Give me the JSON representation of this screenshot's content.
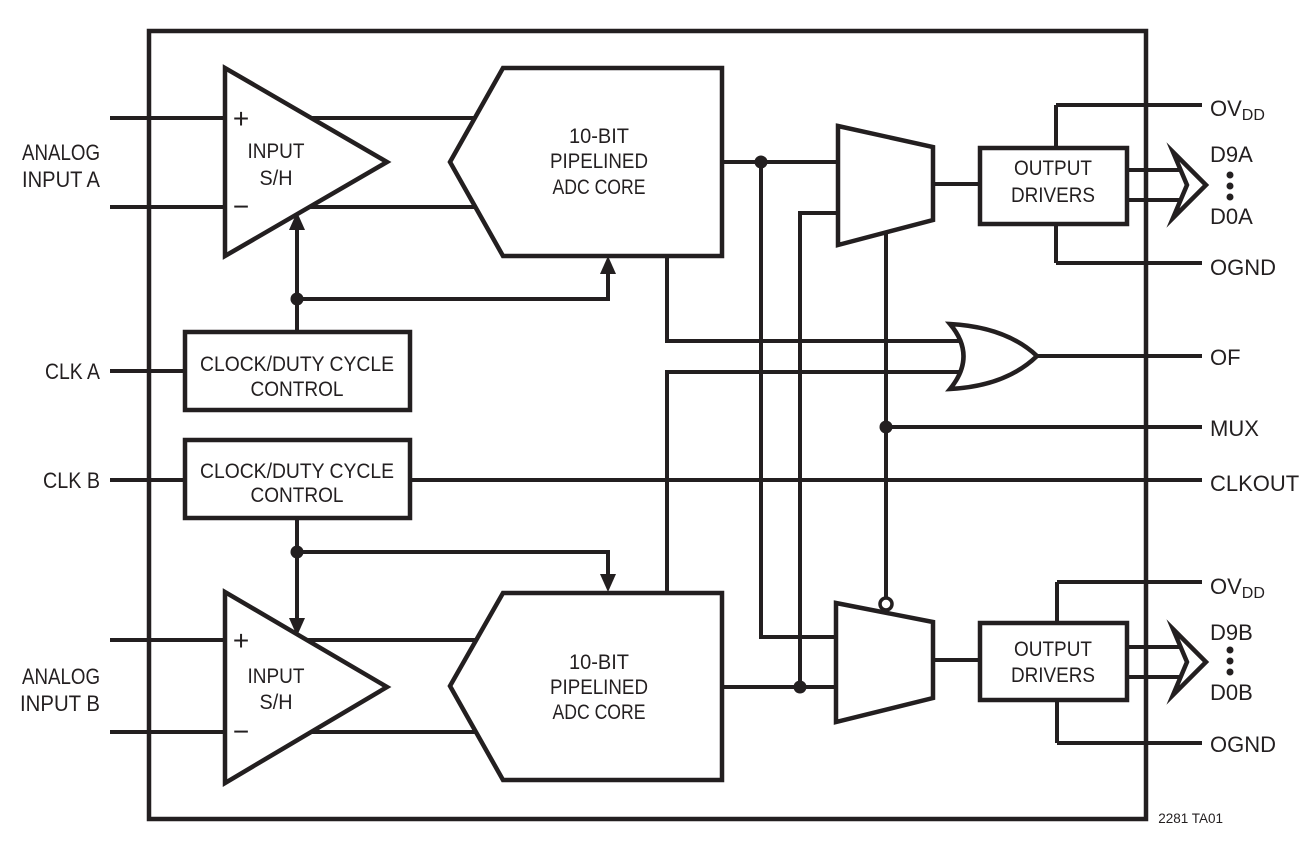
{
  "colors": {
    "ink": "#231f20",
    "bg": "#ffffff"
  },
  "annotation": "2281 TA01",
  "left_pins": {
    "analog_a_line1": "ANALOG",
    "analog_a_line2": "INPUT A",
    "clk_a": "CLK A",
    "clk_b": "CLK B",
    "analog_b_line1": "ANALOG",
    "analog_b_line2": "INPUT B"
  },
  "right_pins": {
    "ovdd_a": {
      "main": "OV",
      "sub": "DD"
    },
    "d9a": "D9A",
    "d0a": "D0A",
    "ognd_a": "OGND",
    "of": "OF",
    "mux": "MUX",
    "clkout": "CLKOUT",
    "ovdd_b": {
      "main": "OV",
      "sub": "DD"
    },
    "d9b": "D9B",
    "d0b": "D0B",
    "ognd_b": "OGND"
  },
  "blocks": {
    "sh_a": {
      "plus": "+",
      "minus": "−",
      "line1": "INPUT",
      "line2": "S/H"
    },
    "sh_b": {
      "plus": "+",
      "minus": "−",
      "line1": "INPUT",
      "line2": "S/H"
    },
    "adc_a": {
      "line1": "10-BIT",
      "line2": "PIPELINED",
      "line3": "ADC CORE"
    },
    "adc_b": {
      "line1": "10-BIT",
      "line2": "PIPELINED",
      "line3": "ADC CORE"
    },
    "clkctrl_a": {
      "line1": "CLOCK/DUTY CYCLE",
      "line2": "CONTROL"
    },
    "clkctrl_b": {
      "line1": "CLOCK/DUTY CYCLE",
      "line2": "CONTROL"
    },
    "drv_a": {
      "line1": "OUTPUT",
      "line2": "DRIVERS"
    },
    "drv_b": {
      "line1": "OUTPUT",
      "line2": "DRIVERS"
    }
  }
}
